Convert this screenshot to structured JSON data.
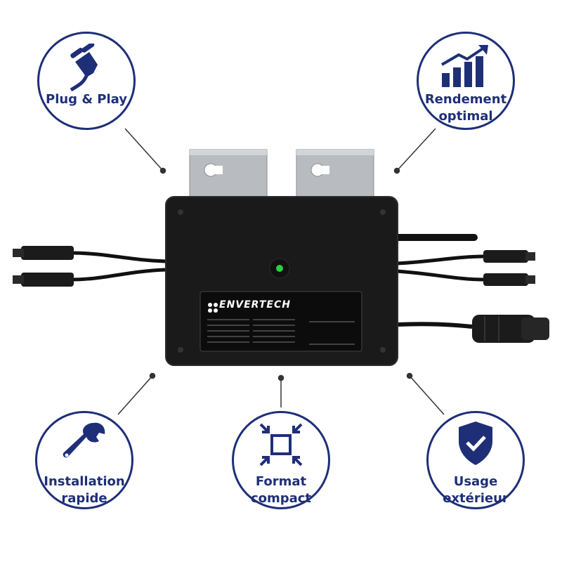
{
  "brand": {
    "name": "ENVERTECH"
  },
  "features": {
    "plug": "Plug & Play",
    "yield_line1": "Rendement",
    "yield_line2": "optimal",
    "install_line1": "Installation",
    "install_line2": "rapide",
    "compact_line1": "Format",
    "compact_line2": "compact",
    "outdoor_line1": "Usage",
    "outdoor_line2": "extérieur"
  },
  "colors": {
    "accent": "#1e2f78",
    "device_body": "#1a1a1a",
    "status_led": "#2ecc40",
    "bracket": "#b8bcc0"
  },
  "icons": [
    "plug-icon",
    "rising-bar-chart-icon",
    "wrench-icon",
    "compress-arrows-icon",
    "shield-check-icon"
  ]
}
